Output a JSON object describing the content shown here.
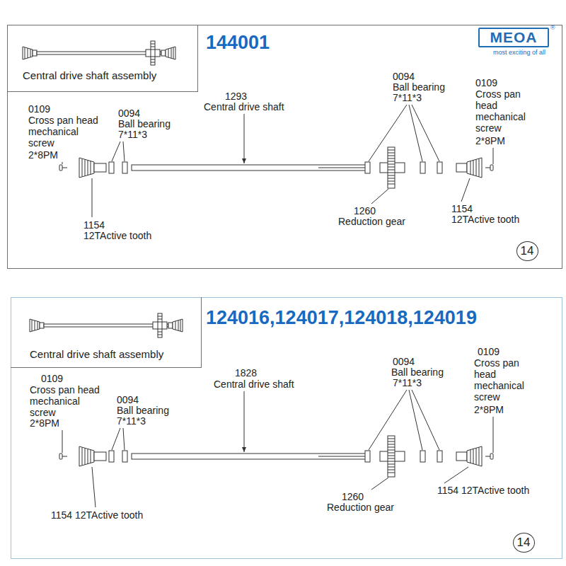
{
  "diagram": {
    "nodes": [
      {
        "text": [
          "144001"
        ]
      },
      {
        "text": [
          "Central drive shaft assembly"
        ],
        "in": 0
      },
      {
        "text": [
          "MEOA"
        ],
        "in": 0
      },
      {
        "text": [
          "14"
        ],
        "in": 0
      },
      {
        "text": [
          "124016,124017,124018,124019"
        ]
      },
      {
        "text": [
          "Central drive shaft assembly"
        ],
        "in": 4
      },
      {
        "text": [
          "14"
        ],
        "in": 4
      }
    ],
    "labels": [
      "®",
      "most exciting of all",
      "0109",
      "Cross pan head mechanical screw",
      "2*8PM",
      "0094",
      "Ball bearing",
      "7*11*3",
      "1293",
      "Central drive shaft",
      "0094",
      "Ball bearing",
      "7*11*3",
      "0109",
      "Cross pan head mechanical screw",
      "2*8PM",
      "1154",
      "12TActive tooth",
      "1260",
      "Reduction gear",
      "1154",
      "12TActive tooth",
      "0109",
      "Cross pan head mechanical screw",
      "2*8PM",
      "0094",
      "Ball bearing",
      "7*11*3",
      "1828",
      "Central drive shaft",
      "0094",
      "Ball bearing",
      "7*11*3",
      "0109",
      "Cross pan head mechanical screw",
      "2*8PM",
      "1260",
      "Reduction gear",
      "1154 12TActive tooth",
      "1154 12TActive tooth"
    ]
  }
}
